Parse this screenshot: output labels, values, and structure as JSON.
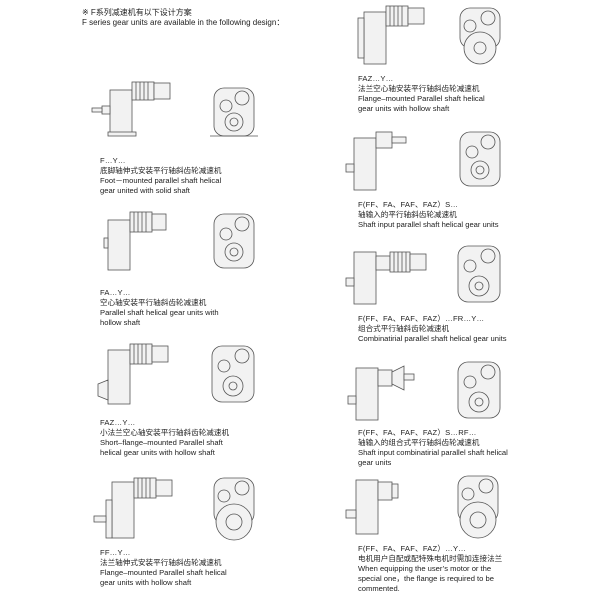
{
  "header": {
    "cn": "※ F系列减速机有以下设计方案",
    "en": "F series gear units are available in the following design："
  },
  "colors": {
    "line": "#555555",
    "fill": "#f2f2f2",
    "text": "#222222"
  },
  "left": [
    {
      "code": "F…Y…",
      "cn": "底脚轴伸式安装平行轴斜齿轮减速机",
      "en": [
        "Foot－mounted parallel shaft helical",
        "gear united with solid shaft"
      ]
    },
    {
      "code": "FA…Y…",
      "cn": "空心轴安装平行轴斜齿轮减速机",
      "en": [
        "Parallel shaft helical gear units with",
        "hollow shaft"
      ]
    },
    {
      "code": "FAZ…Y…",
      "cn": "小法兰空心轴安装平行轴斜齿轮减速机",
      "en": [
        "Short–flange–mounted Parallel shaft",
        "helical gear units with hollow shaft"
      ]
    },
    {
      "code": "FF…Y…",
      "cn": "法兰轴伸式安装平行轴斜齿轮减速机",
      "en": [
        "Flange–mounted Parallel shaft helical",
        "gear units with hollow shaft"
      ]
    }
  ],
  "right": [
    {
      "code": "FAZ…Y…",
      "cn": "法兰空心轴安装平行轴斜齿轮减速机",
      "en": [
        "Flange–mounted Parallel shaft helical",
        "gear units with hollow shaft"
      ]
    },
    {
      "code": "F(FF、FA、FAF、FAZ）S…",
      "cn": "轴输入的平行轴斜齿轮减速机",
      "en": [
        "Shaft input parallel shaft helical gear units"
      ]
    },
    {
      "code": "F(FF、FA、FAF、FAZ）…FR…Y…",
      "cn": "组合式平行轴斜齿轮减速机",
      "en": [
        "Combinatirial parallel shaft helical gear units"
      ]
    },
    {
      "code": "F(FF、FA、FAF、FAZ）S…RF…",
      "cn": "轴输入的组合式平行轴斜齿轮减速机",
      "en": [
        "Shaft input combinatirial parallel shaft helical",
        "gear units"
      ]
    },
    {
      "code": "F(FF、FA、FAF、FAZ）…Y…",
      "cn": "电机用户自配或配特殊电机时需加连接法兰",
      "en": [
        "When equipping the user’s motor or the",
        "special one，the flange is required to be",
        "commented."
      ]
    }
  ]
}
